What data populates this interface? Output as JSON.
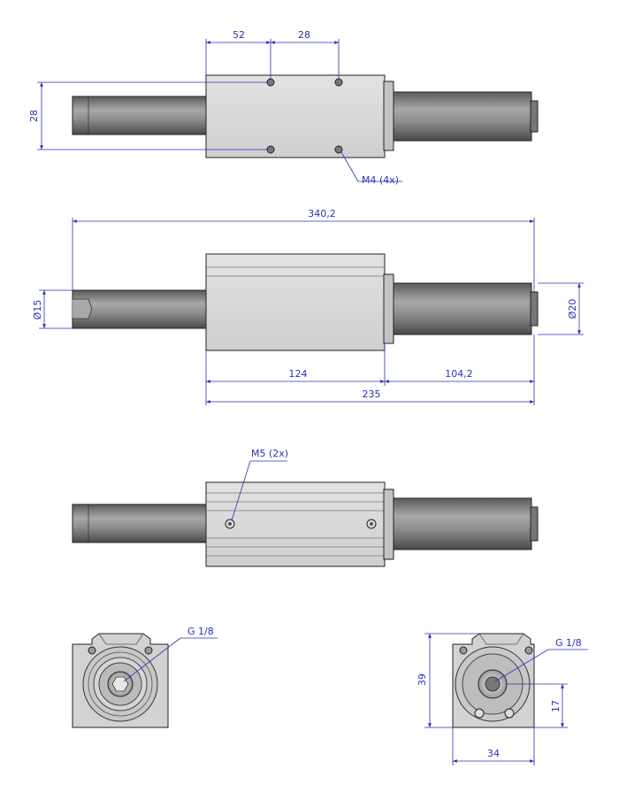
{
  "colors": {
    "dimension": "#2b2fb8",
    "body_fill": "#d4d4d4",
    "shaft_fill": "#8c8c8c",
    "outline": "#222222"
  },
  "top_view": {
    "dim_hole_spacing_a": "52",
    "dim_hole_spacing_b": "28",
    "dim_height": "28",
    "callout_holes": "M4 (4x)"
  },
  "front_view": {
    "dim_total_length": "340,2",
    "dim_shaft_left_dia": "Ø15",
    "dim_shaft_right_dia": "Ø20",
    "dim_body_length": "124",
    "dim_right_extension": "104,2",
    "dim_body_plus_shaft": "235"
  },
  "side_view": {
    "callout_holes": "M5 (2x)"
  },
  "end_views": {
    "left_port_callout": "G 1/8",
    "right_port_callout": "G 1/8",
    "dim_height": "39",
    "dim_port_height": "17",
    "dim_width": "34"
  }
}
